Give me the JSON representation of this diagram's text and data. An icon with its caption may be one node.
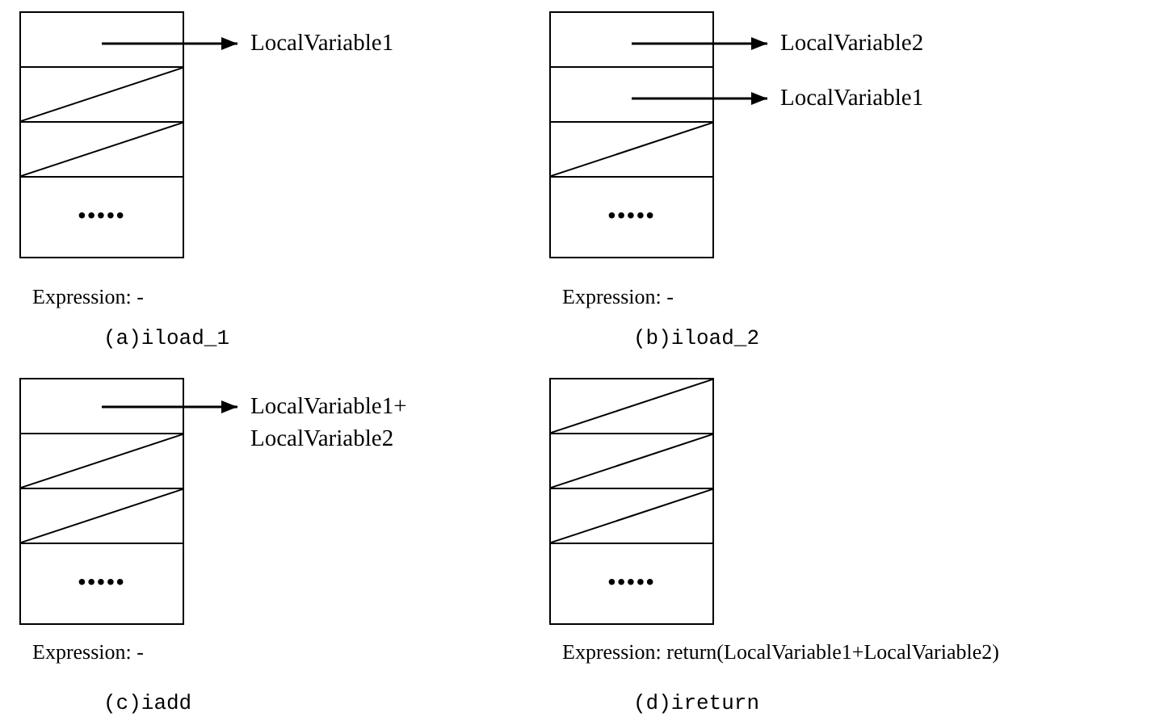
{
  "diagram": {
    "nodes": [
      {
        "text": [],
        "shape": "box"
      },
      {
        "text": [],
        "shape": "hatched"
      },
      {
        "text": [],
        "shape": "hatched"
      },
      {
        "text": [
          "•••••"
        ]
      },
      {
        "text": [
          "LocalVariable1"
        ]
      },
      {
        "text": [],
        "shape": "box"
      },
      {
        "text": [],
        "shape": "box"
      },
      {
        "text": [],
        "shape": "hatched"
      },
      {
        "text": [
          "•••••"
        ]
      },
      {
        "text": [
          "LocalVariable2"
        ]
      },
      {
        "text": [
          "LocalVariable1"
        ]
      },
      {
        "text": [],
        "shape": "box"
      },
      {
        "text": [],
        "shape": "hatched"
      },
      {
        "text": [],
        "shape": "hatched"
      },
      {
        "text": [
          "•••••"
        ]
      },
      {
        "text": [
          "LocalVariable1+ LocalVariable2"
        ]
      },
      {
        "text": [],
        "shape": "hatched"
      },
      {
        "text": [],
        "shape": "hatched"
      },
      {
        "text": [],
        "shape": "hatched"
      },
      {
        "text": [
          "•••••"
        ]
      }
    ],
    "edges": [
      {
        "from": 0,
        "to": 4,
        "arrow": "to"
      },
      {
        "from": 5,
        "to": 9,
        "arrow": "to"
      },
      {
        "from": 6,
        "to": 10,
        "arrow": "to"
      },
      {
        "from": 11,
        "to": 15,
        "arrow": "to"
      }
    ],
    "labels": [
      "Expression: -",
      "Expression: -",
      "(a)iload_1",
      "(b)iload_2",
      "Expression: -",
      "Expression: return(LocalVariable1+LocalVariable2)",
      "(c)iadd",
      "(d)ireturn"
    ]
  }
}
